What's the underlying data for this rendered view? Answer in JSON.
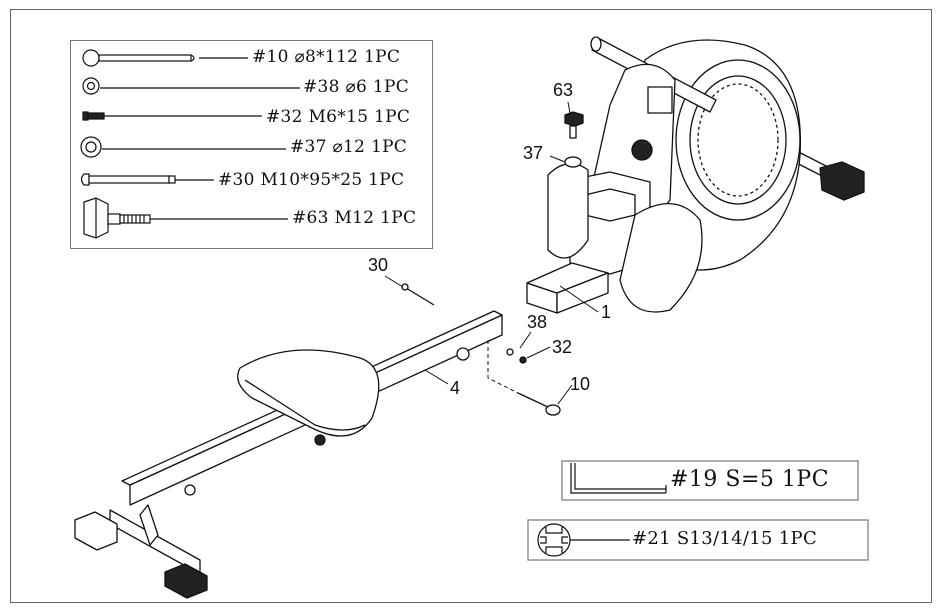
{
  "hardware": [
    {
      "id": "hw-10",
      "label": "#10 ⌀8*112 1PC"
    },
    {
      "id": "hw-38",
      "label": "#38 ⌀6 1PC"
    },
    {
      "id": "hw-32",
      "label": "#32 M6*15 1PC"
    },
    {
      "id": "hw-37",
      "label": "#37 ⌀12 1PC"
    },
    {
      "id": "hw-30",
      "label": "#30 M10*95*25 1PC"
    },
    {
      "id": "hw-63",
      "label": "#63 M12 1PC"
    }
  ],
  "tools": [
    {
      "id": "tool-19",
      "label": "#19 S=5 1PC"
    },
    {
      "id": "tool-21",
      "label": "#21 S13/14/15 1PC"
    }
  ],
  "callouts": {
    "c63": "63",
    "c37": "37",
    "c30": "30",
    "c38": "38",
    "c32": "32",
    "c1": "1",
    "c4": "4",
    "c10": "10"
  },
  "colors": {
    "line": "#111111",
    "frame": "#666666",
    "fill": "#ffffff",
    "dark": "#222222"
  }
}
